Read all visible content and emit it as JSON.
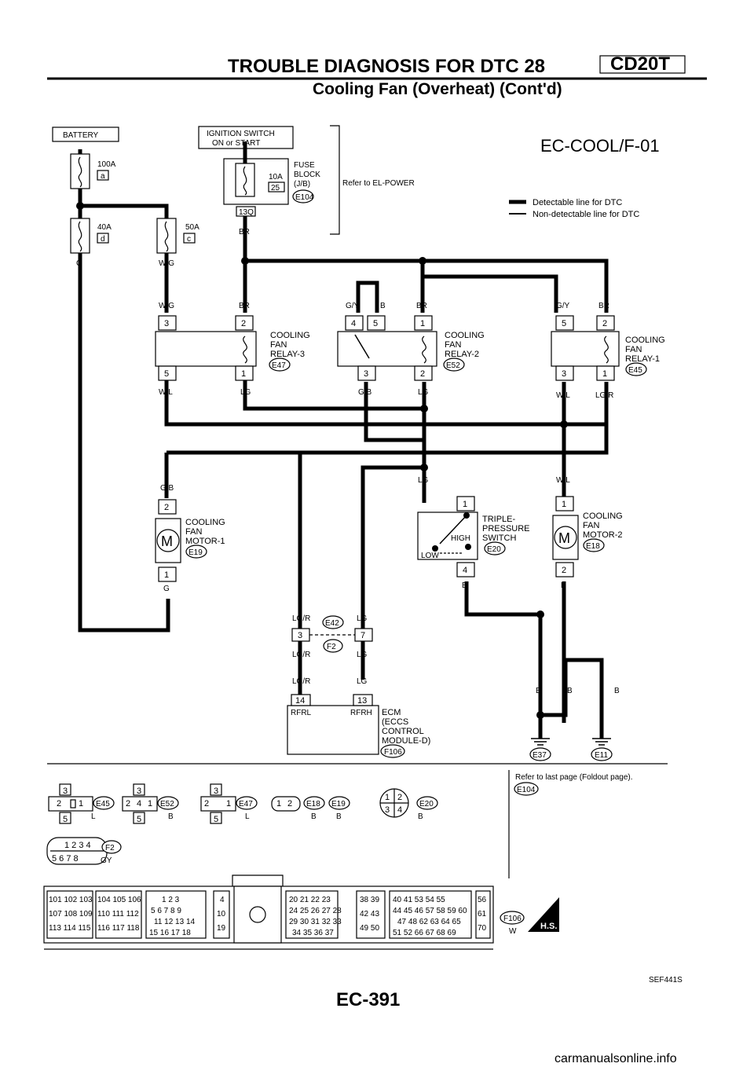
{
  "header": {
    "title": "TROUBLE DIAGNOSIS FOR DTC 28",
    "subtitle": "Cooling Fan (Overheat) (Cont'd)",
    "engine_code": "CD20T"
  },
  "diagram_code": "EC-COOL/F-01",
  "legend": {
    "detectable": "Detectable line for DTC",
    "non_detectable": "Non-detectable line for DTC"
  },
  "power": {
    "battery": "BATTERY",
    "ignition_line1": "IGNITION SWITCH",
    "ignition_line2": "ON or START",
    "refer": "Refer to EL-POWER",
    "fuse_block": [
      "FUSE",
      "BLOCK",
      "(J/B)"
    ],
    "fuse_10a": "10A",
    "fuse_10a_no": "25",
    "fuse_block_conn": "E104",
    "fuse_block_pin": "13Q",
    "fl_100a": "100A",
    "fl_100a_id": "a",
    "fl_40a": "40A",
    "fl_40a_id": "d",
    "fl_50a": "50A",
    "fl_50a_id": "c"
  },
  "relays": [
    {
      "name": [
        "COOLING",
        "FAN",
        "RELAY-3"
      ],
      "conn": "E47",
      "pins": [
        "3",
        "2",
        "5",
        "1"
      ]
    },
    {
      "name": [
        "COOLING",
        "FAN",
        "RELAY-2"
      ],
      "conn": "E52",
      "pins": [
        "4",
        "5",
        "1",
        "3",
        "2"
      ]
    },
    {
      "name": [
        "COOLING",
        "FAN",
        "RELAY-1"
      ],
      "conn": "E45",
      "pins": [
        "5",
        "2",
        "3",
        "1"
      ]
    }
  ],
  "motors": [
    {
      "name": [
        "COOLING",
        "FAN",
        "MOTOR-1"
      ],
      "conn": "E19",
      "pins": [
        "2",
        "1"
      ]
    },
    {
      "name": [
        "COOLING",
        "FAN",
        "MOTOR-2"
      ],
      "conn": "E18",
      "pins": [
        "1",
        "2"
      ]
    }
  ],
  "switch": {
    "name": [
      "TRIPLE-",
      "PRESSURE",
      "SWITCH"
    ],
    "conn": "E20",
    "high": "HIGH",
    "low": "LOW",
    "pins": [
      "1",
      "4"
    ]
  },
  "joint": {
    "conn1": "E42",
    "conn2": "F2",
    "pins": [
      "3",
      "7"
    ]
  },
  "ecm": {
    "name": [
      "ECM",
      "(ECCS",
      "CONTROL",
      "MODULE-D)"
    ],
    "conn": "F106",
    "pin_l": "14",
    "pin_r": "13",
    "label_l": "RFRL",
    "label_r": "RFRH"
  },
  "wire_colors": {
    "G": "G",
    "WG": "W/G",
    "BR": "BR",
    "GY": "G/Y",
    "B": "B",
    "WL": "W/L",
    "LG": "LG",
    "GB": "G/B",
    "LGR": "LG/R",
    "LGR2": "LG/R"
  },
  "grounds": [
    "E37",
    "E11"
  ],
  "connector_views": {
    "e45_id": "E45",
    "e45_col": "L",
    "e52_id": "E52",
    "e52_col": "B",
    "e47_id": "E47",
    "e47_col": "L",
    "e18_id": "E18",
    "e19_id": "E19",
    "e18_col": "B",
    "e19_col": "B",
    "e20_id": "E20",
    "e20_col": "B",
    "f2_id": "F2",
    "f2_col": "GY",
    "refer_foldout": "Refer to last page (Foldout page).",
    "refer_conn": "E104",
    "f106_id": "F106",
    "f106_col": "W",
    "hs_badge": "H.S."
  },
  "ecm_pin_groups": [
    [
      "101",
      "102",
      "103",
      "107",
      "108",
      "109",
      "113",
      "114",
      "115"
    ],
    [
      "104",
      "105",
      "106",
      "110",
      "111",
      "112",
      "116",
      "117",
      "118"
    ],
    [
      "1",
      "2",
      "3",
      "5",
      "6",
      "7",
      "8",
      "9",
      "11",
      "12",
      "13",
      "14",
      "15",
      "16",
      "17",
      "18"
    ],
    [
      "4",
      "10",
      "19"
    ],
    [
      "20",
      "21",
      "22",
      "23",
      "24",
      "25",
      "26",
      "27",
      "28",
      "29",
      "30",
      "31",
      "32",
      "33",
      "34",
      "35",
      "36",
      "37"
    ],
    [
      "38",
      "39",
      "42",
      "43",
      "49",
      "50"
    ],
    [
      "40",
      "41",
      "53",
      "54",
      "55",
      "44",
      "45",
      "46",
      "57",
      "58",
      "59",
      "60",
      "47",
      "48",
      "62",
      "63",
      "64",
      "65",
      "51",
      "52",
      "66",
      "67",
      "68",
      "69"
    ],
    [
      "56",
      "61",
      "70"
    ]
  ],
  "footer": {
    "page": "EC-391",
    "ref": "SEF441S",
    "watermark": "carmanualsonline.info"
  }
}
